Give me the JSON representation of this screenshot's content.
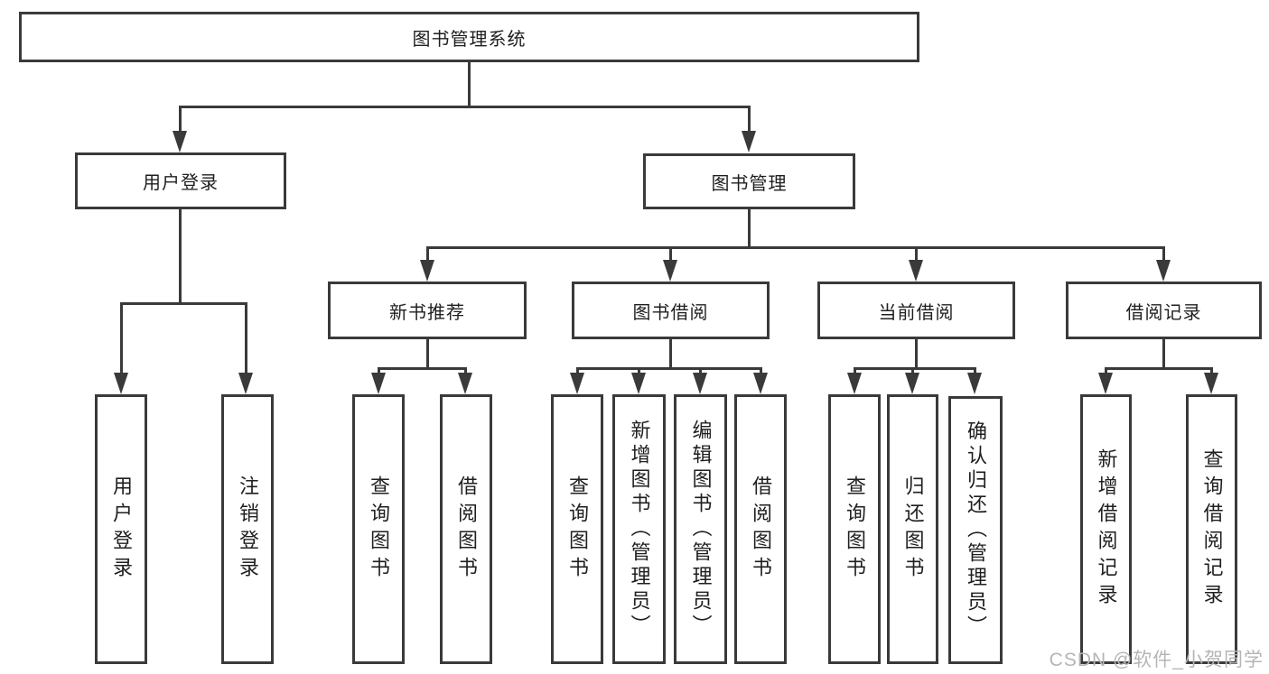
{
  "nodes": {
    "root": "图书管理系统",
    "user_login": "用户登录",
    "book_management": "图书管理",
    "new_book_recommend": "新书推荐",
    "book_borrowing": "图书借阅",
    "current_borrowing": "当前借阅",
    "borrowing_records": "借阅记录",
    "login_user_login": "用户登录",
    "login_logout": "注销登录",
    "rec_query_books": "查询图书",
    "rec_borrow_books": "借阅图书",
    "bb_query_books": "查询图书",
    "bb_add_books_admin": "新增图书（管理员）",
    "bb_edit_books_admin": "编辑图书（管理员）",
    "bb_borrow_books": "借阅图书",
    "cb_query_books": "查询图书",
    "cb_return_books": "归还图书",
    "cb_confirm_return_admin": "确认归还（管理员）",
    "br_add_record": "新增借阅记录",
    "br_query_record": "查询借阅记录"
  },
  "watermark": {
    "text": "CSDN @软件_小贺同学"
  },
  "colors": {
    "line": "#3a3a3a",
    "text": "#1f1f1f",
    "watermark": "#b5b5b5",
    "background": "#ffffff"
  }
}
